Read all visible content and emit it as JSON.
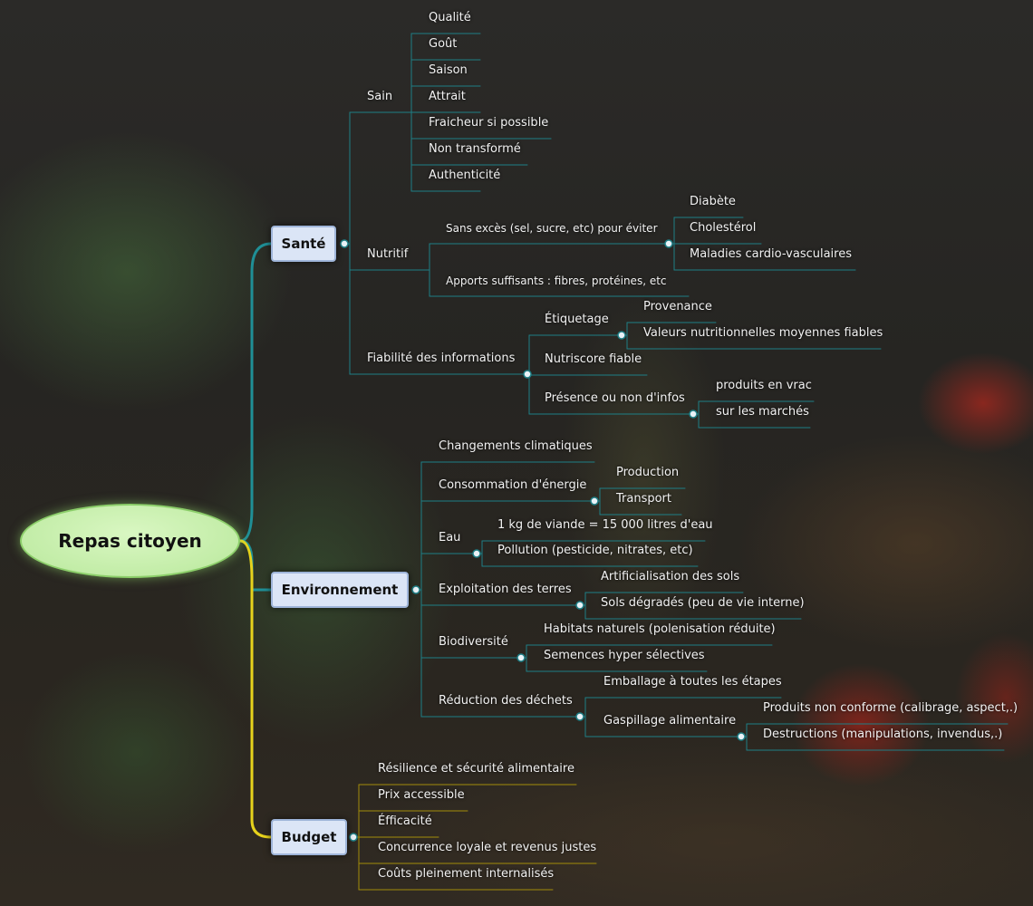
{
  "root": "Repas citoyen",
  "branches": [
    {
      "label": "Santé",
      "children": [
        {
          "label": "Sain",
          "children": [
            "Qualité",
            "Goût",
            "Saison",
            "Attrait",
            "Fraicheur si possible",
            "Non transformé",
            "Authenticité"
          ]
        },
        {
          "label": "Nutritif",
          "children": [
            {
              "label": "Sans excès (sel, sucre, etc) pour éviter",
              "children": [
                "Diabète",
                "Cholestérol",
                "Maladies cardio-vasculaires"
              ]
            },
            {
              "label": "Apports suffisants : fibres, protéines, etc"
            }
          ]
        },
        {
          "label": "Fiabilité des informations",
          "children": [
            {
              "label": "Étiquetage",
              "children": [
                "Provenance",
                "Valeurs nutritionnelles moyennes fiables"
              ]
            },
            {
              "label": "Nutriscore fiable"
            },
            {
              "label": "Présence ou non d'infos",
              "children": [
                "produits en vrac",
                "sur les marchés"
              ]
            }
          ]
        }
      ]
    },
    {
      "label": "Environnement",
      "children": [
        {
          "label": "Changements climatiques"
        },
        {
          "label": "Consommation d'énergie",
          "children": [
            "Production",
            "Transport"
          ]
        },
        {
          "label": "Eau",
          "children": [
            "1 kg de viande = 15 000 litres d'eau",
            "Pollution (pesticide, nitrates, etc)"
          ]
        },
        {
          "label": "Exploitation des terres",
          "children": [
            "Artificialisation des sols",
            "Sols dégradés (peu de vie interne)"
          ]
        },
        {
          "label": "Biodiversité",
          "children": [
            "Habitats naturels (polenisation réduite)",
            "Semences hyper sélectives"
          ]
        },
        {
          "label": "Réduction des déchets",
          "children": [
            {
              "label": "Emballage à toutes les étapes"
            },
            {
              "label": "Gaspillage alimentaire",
              "children": [
                "Produits non conforme (calibrage, aspect,.)",
                "Destructions (manipulations, invendus,.)"
              ]
            }
          ]
        }
      ]
    },
    {
      "label": "Budget",
      "children": [
        "Résilience et sécurité alimentaire",
        "Prix accessible",
        "Éfficacité",
        "Concurrence loyale et revenus justes",
        "Coûts pleinement internalisés"
      ]
    }
  ],
  "colors": {
    "root_fill": "#c6efaa",
    "topic_fill": "#dbe5f6",
    "sante_branch": "#1f8f96",
    "environnement_branch": "#1f8f96",
    "budget_branch": "#e6d21c",
    "subtopic_line": "#1e7f86",
    "budget_line": "#a38d0a",
    "text": "#f2f2f2"
  },
  "icons": {
    "collapse_toggle": "circle-dot-icon"
  }
}
